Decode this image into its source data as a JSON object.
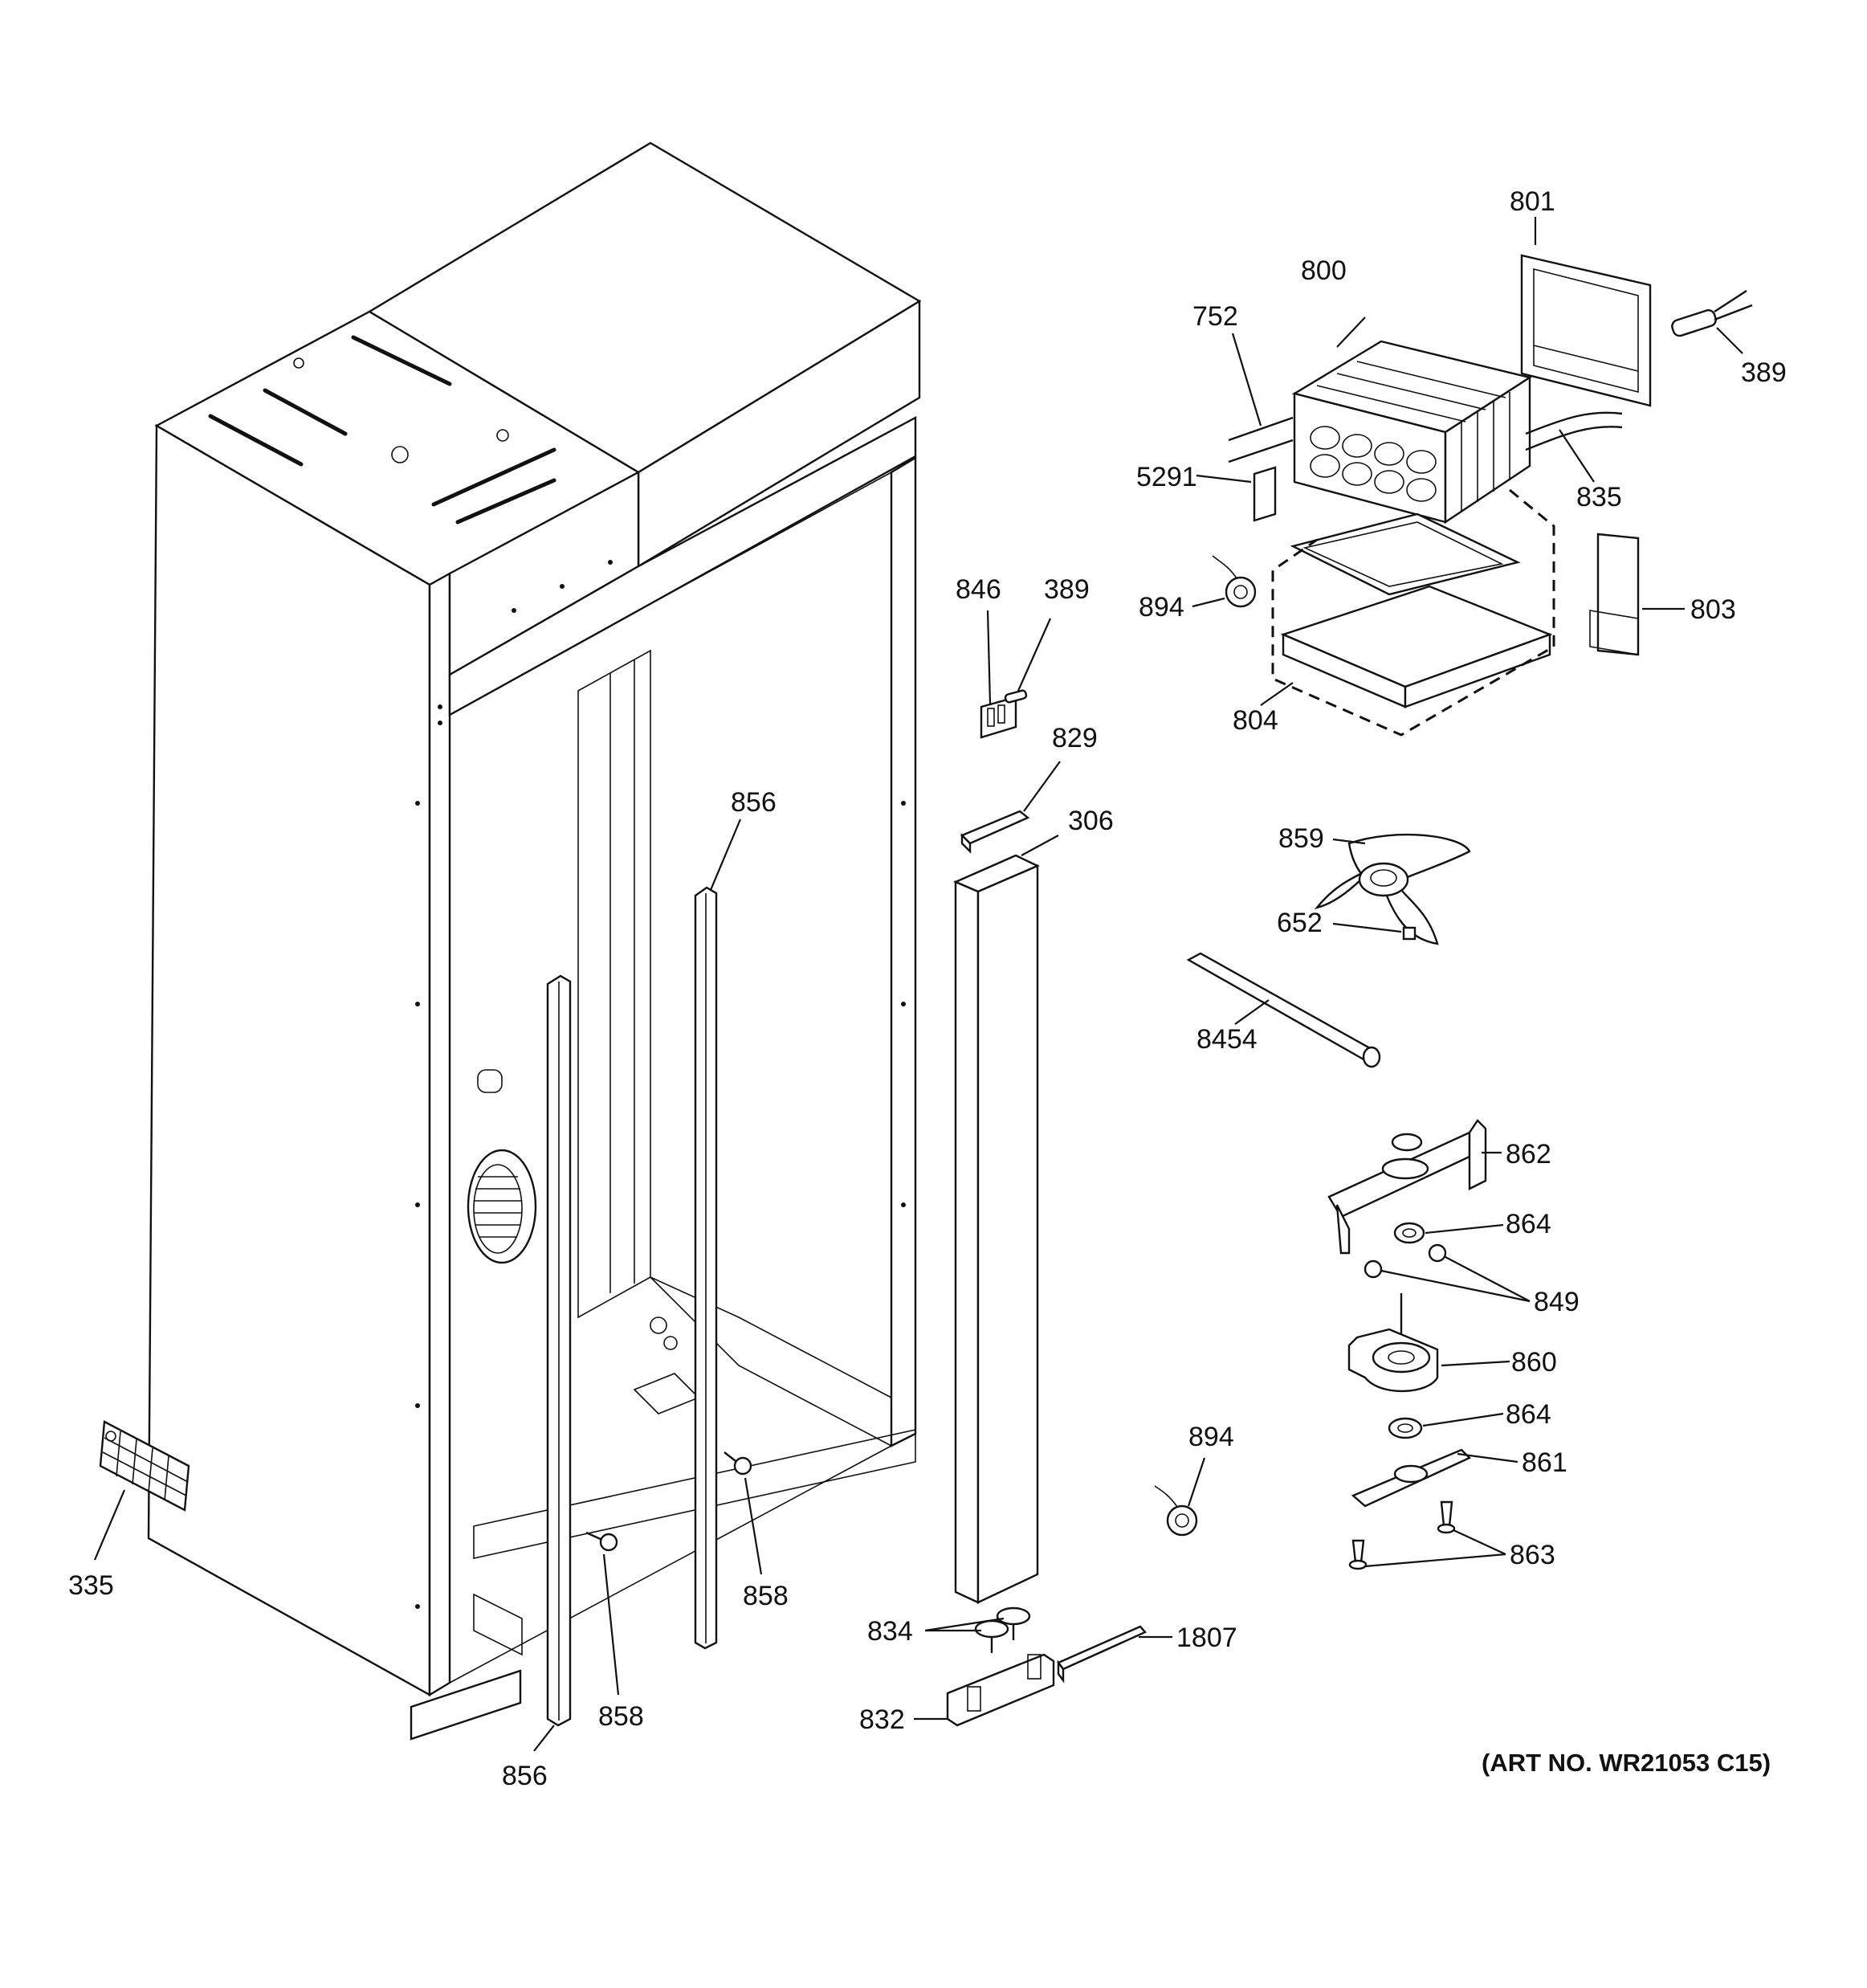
{
  "diagram": {
    "art_number": "(ART NO. WR21053 C15)",
    "labels": {
      "p801": "801",
      "p800": "800",
      "p752": "752",
      "p389a": "389",
      "p5291": "5291",
      "p835": "835",
      "p846": "846",
      "p389b": "389",
      "p894a": "894",
      "p803": "803",
      "p804": "804",
      "p829": "829",
      "p856a": "856",
      "p306": "306",
      "p859": "859",
      "p652": "652",
      "p8454": "8454",
      "p862": "862",
      "p864a": "864",
      "p849": "849",
      "p860": "860",
      "p864b": "864",
      "p894b": "894",
      "p861": "861",
      "p863": "863",
      "p335": "335",
      "p858a": "858",
      "p858b": "858",
      "p834": "834",
      "p1807": "1807",
      "p832": "832",
      "p856b": "856"
    }
  }
}
